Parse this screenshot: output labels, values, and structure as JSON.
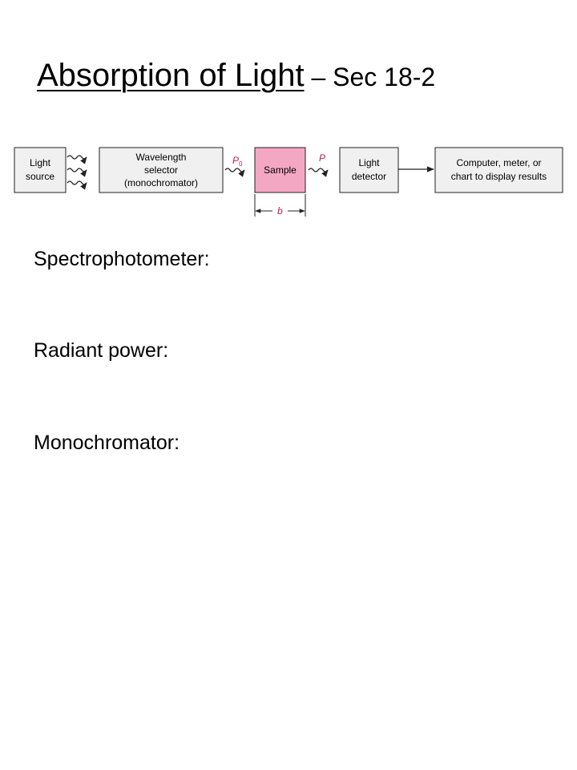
{
  "title": {
    "main": "Absorption of Light",
    "sub": "– Sec 18-2"
  },
  "diagram": {
    "light_source": [
      "Light",
      "source"
    ],
    "wavelength_selector": [
      "Wavelength",
      "selector",
      "(monochromator)"
    ],
    "sample": "Sample",
    "light_detector": [
      "Light",
      "detector"
    ],
    "display": [
      "Computer, meter, or",
      "chart to display results"
    ],
    "p0_label": "P",
    "p0_subscript": "0",
    "p_label": "P",
    "path_length_label": "b",
    "colors": {
      "box_fill": "#f0f0f0",
      "sample_fill": "#f3a7c3",
      "accent": "#c2185b",
      "stroke": "#222222"
    }
  },
  "terms": {
    "spectrophotometer": "Spectrophotometer:",
    "radiant_power": "Radiant power:",
    "monochromator": "Monochromator:"
  }
}
